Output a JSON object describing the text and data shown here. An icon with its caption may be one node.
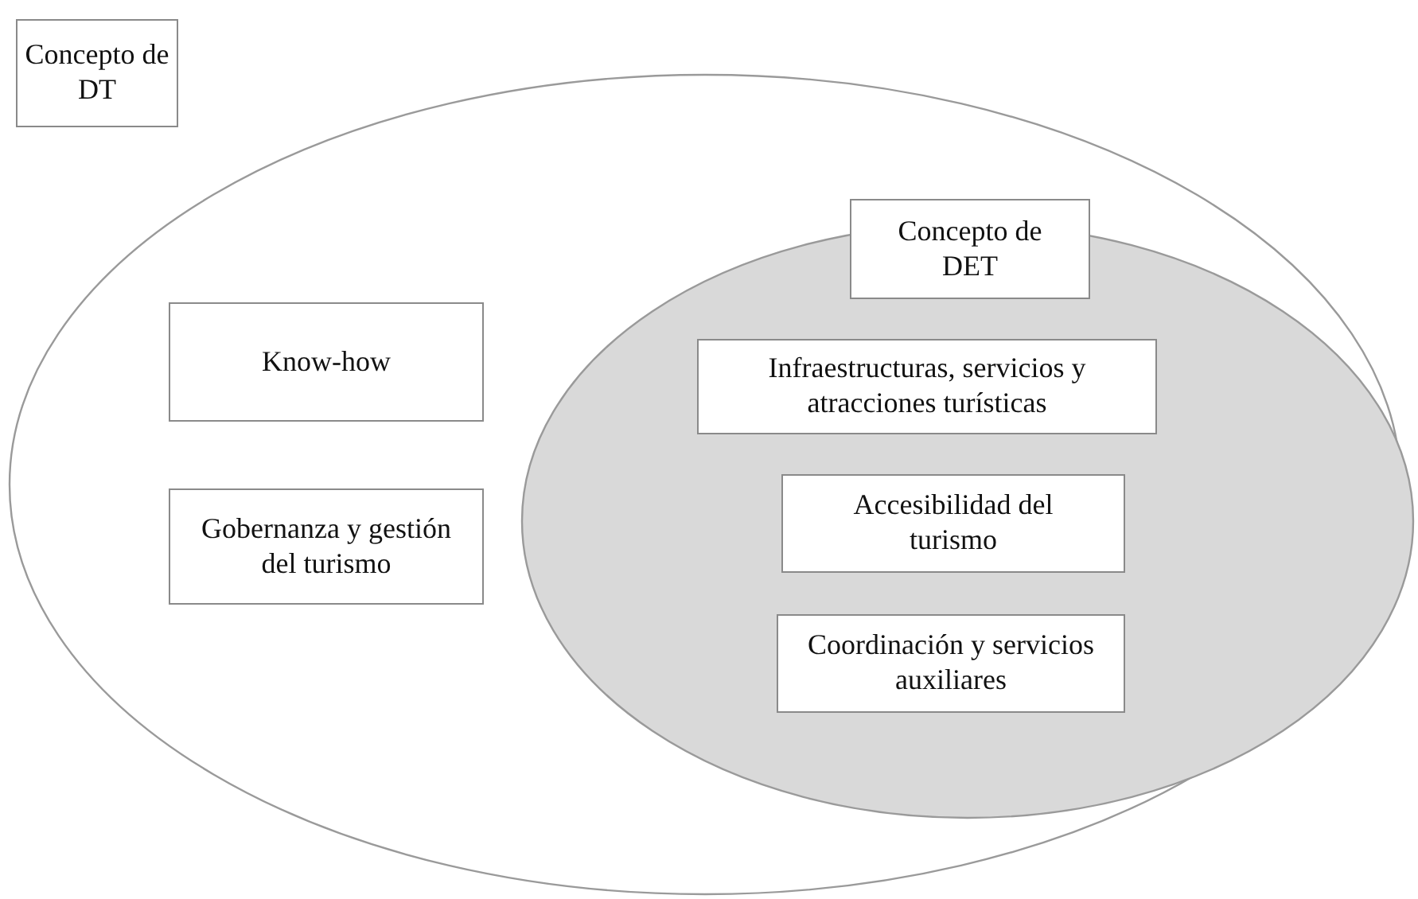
{
  "diagram": {
    "nodes": [
      {
        "text": [
          "Concepto de DT"
        ]
      },
      {
        "text": [],
        "shape": "ellipse"
      },
      {
        "text": [
          "Know-how"
        ],
        "in": 1
      },
      {
        "text": [
          "Gobernanza y gestión del turismo"
        ],
        "in": 1
      },
      {
        "text": [],
        "shape": "ellipse",
        "in": 1
      },
      {
        "text": [
          "Concepto de DET"
        ],
        "in": 4
      },
      {
        "text": [
          "Infraestructuras, servicios y atracciones turísticas"
        ],
        "in": 4
      },
      {
        "text": [
          "Accesibilidad del turismo"
        ],
        "in": 4
      },
      {
        "text": [
          "Coordinación y servicios auxiliares"
        ],
        "in": 4
      }
    ]
  }
}
